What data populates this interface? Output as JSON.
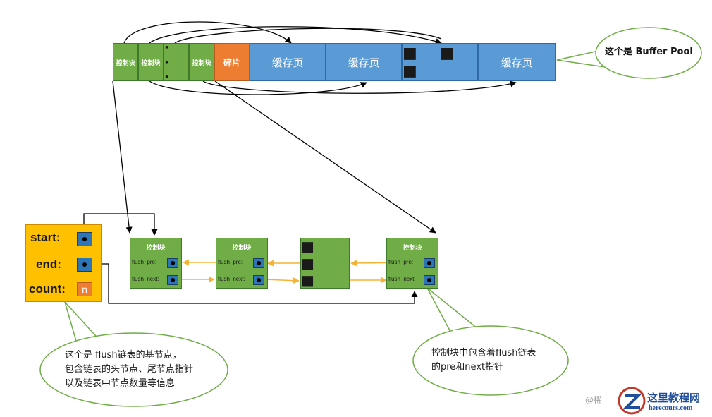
{
  "buffer_pool": {
    "control_label": "控制块",
    "ellipsis": "· · ·",
    "fragment_label": "碎片",
    "page_label": "缓存页",
    "page_ellipsis": "■ ■ ■"
  },
  "callouts": {
    "buffer_pool_note": "这个是 Buffer Pool",
    "base_node_note_lines": [
      "这个是 flush链表的基节点，",
      "包含链表的头节点、尾节点指针",
      "以及链表中节点数量等信息"
    ],
    "control_block_note_lines": [
      "控制块中包含着flush链表",
      "的pre和next指针"
    ]
  },
  "base_node": {
    "start_label": "start:",
    "end_label": "end:",
    "count_label": "count:",
    "count_value": "n"
  },
  "list_node": {
    "title": "控制块",
    "pre_label": "flush_pre:",
    "next_label": "flush_next:",
    "ellipsis": "■ ■ ■"
  },
  "watermark": {
    "prefix": "@稀",
    "title": "这里教程网",
    "url": "herecours.com"
  },
  "colors": {
    "control_green": "#70ad47",
    "fragment_orange": "#ed7d31",
    "page_blue": "#5b9bd5",
    "base_yellow": "#ffc000",
    "pointer_blue": "#2e75b6",
    "link_orange": "#f5b335",
    "callout_border": "#70ad47"
  }
}
